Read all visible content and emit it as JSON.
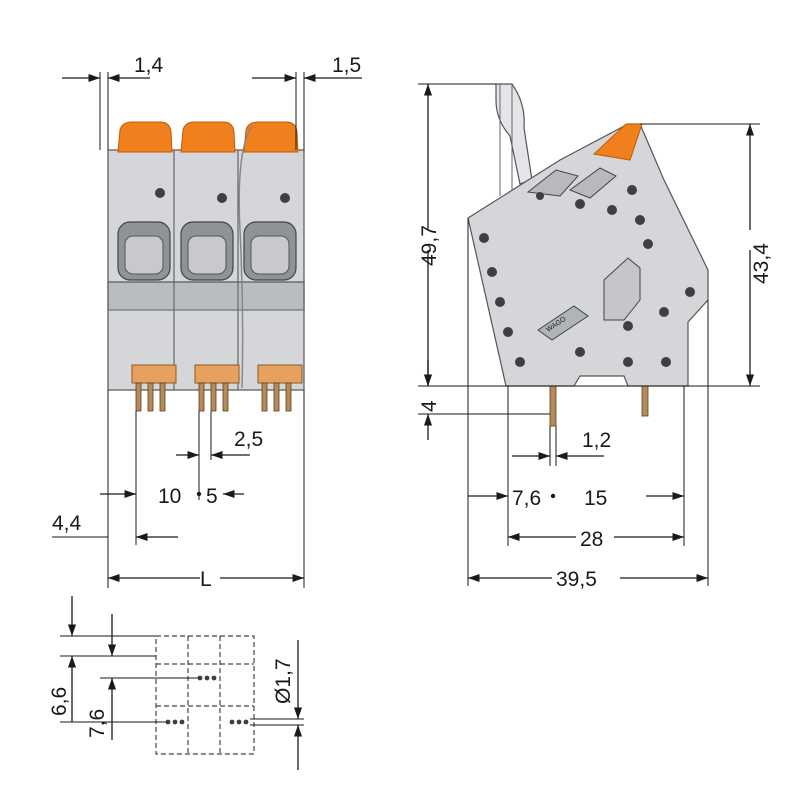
{
  "dimensions": {
    "top_left_width": "1,4",
    "top_right_width": "1,5",
    "pitch_pin": "2,5",
    "pitch_10": "10",
    "pitch_5": "5",
    "offset_4_4": "4,4",
    "length": "L",
    "height_49_7": "49,7",
    "height_43_4": "43,4",
    "pin_length_4": "4",
    "pin_dia_1_2": "1,2",
    "side_7_6": "7,6",
    "side_15": "15",
    "side_28": "28",
    "side_39_5": "39,5",
    "footprint_6_6": "6,6",
    "footprint_7_6": "7,6",
    "hole_dia": "Ø1,7"
  },
  "side_view_branding": {
    "logo_text": "WAGO"
  },
  "colors": {
    "housing": "#d4d6da",
    "lever": "#f07f1d",
    "pins": "#b38c5a",
    "holes": "#3d3f44"
  }
}
